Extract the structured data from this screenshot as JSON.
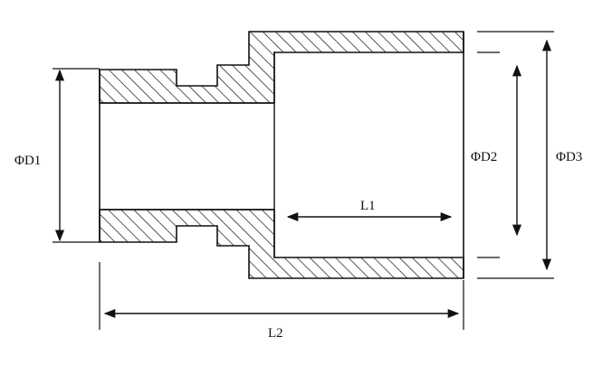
{
  "labels": {
    "d1": "ΦD1",
    "d2": "ΦD2",
    "d3": "ΦD3",
    "l1": "L1",
    "l2": "L2"
  },
  "colors": {
    "ink": "#111111",
    "background": "#ffffff"
  }
}
